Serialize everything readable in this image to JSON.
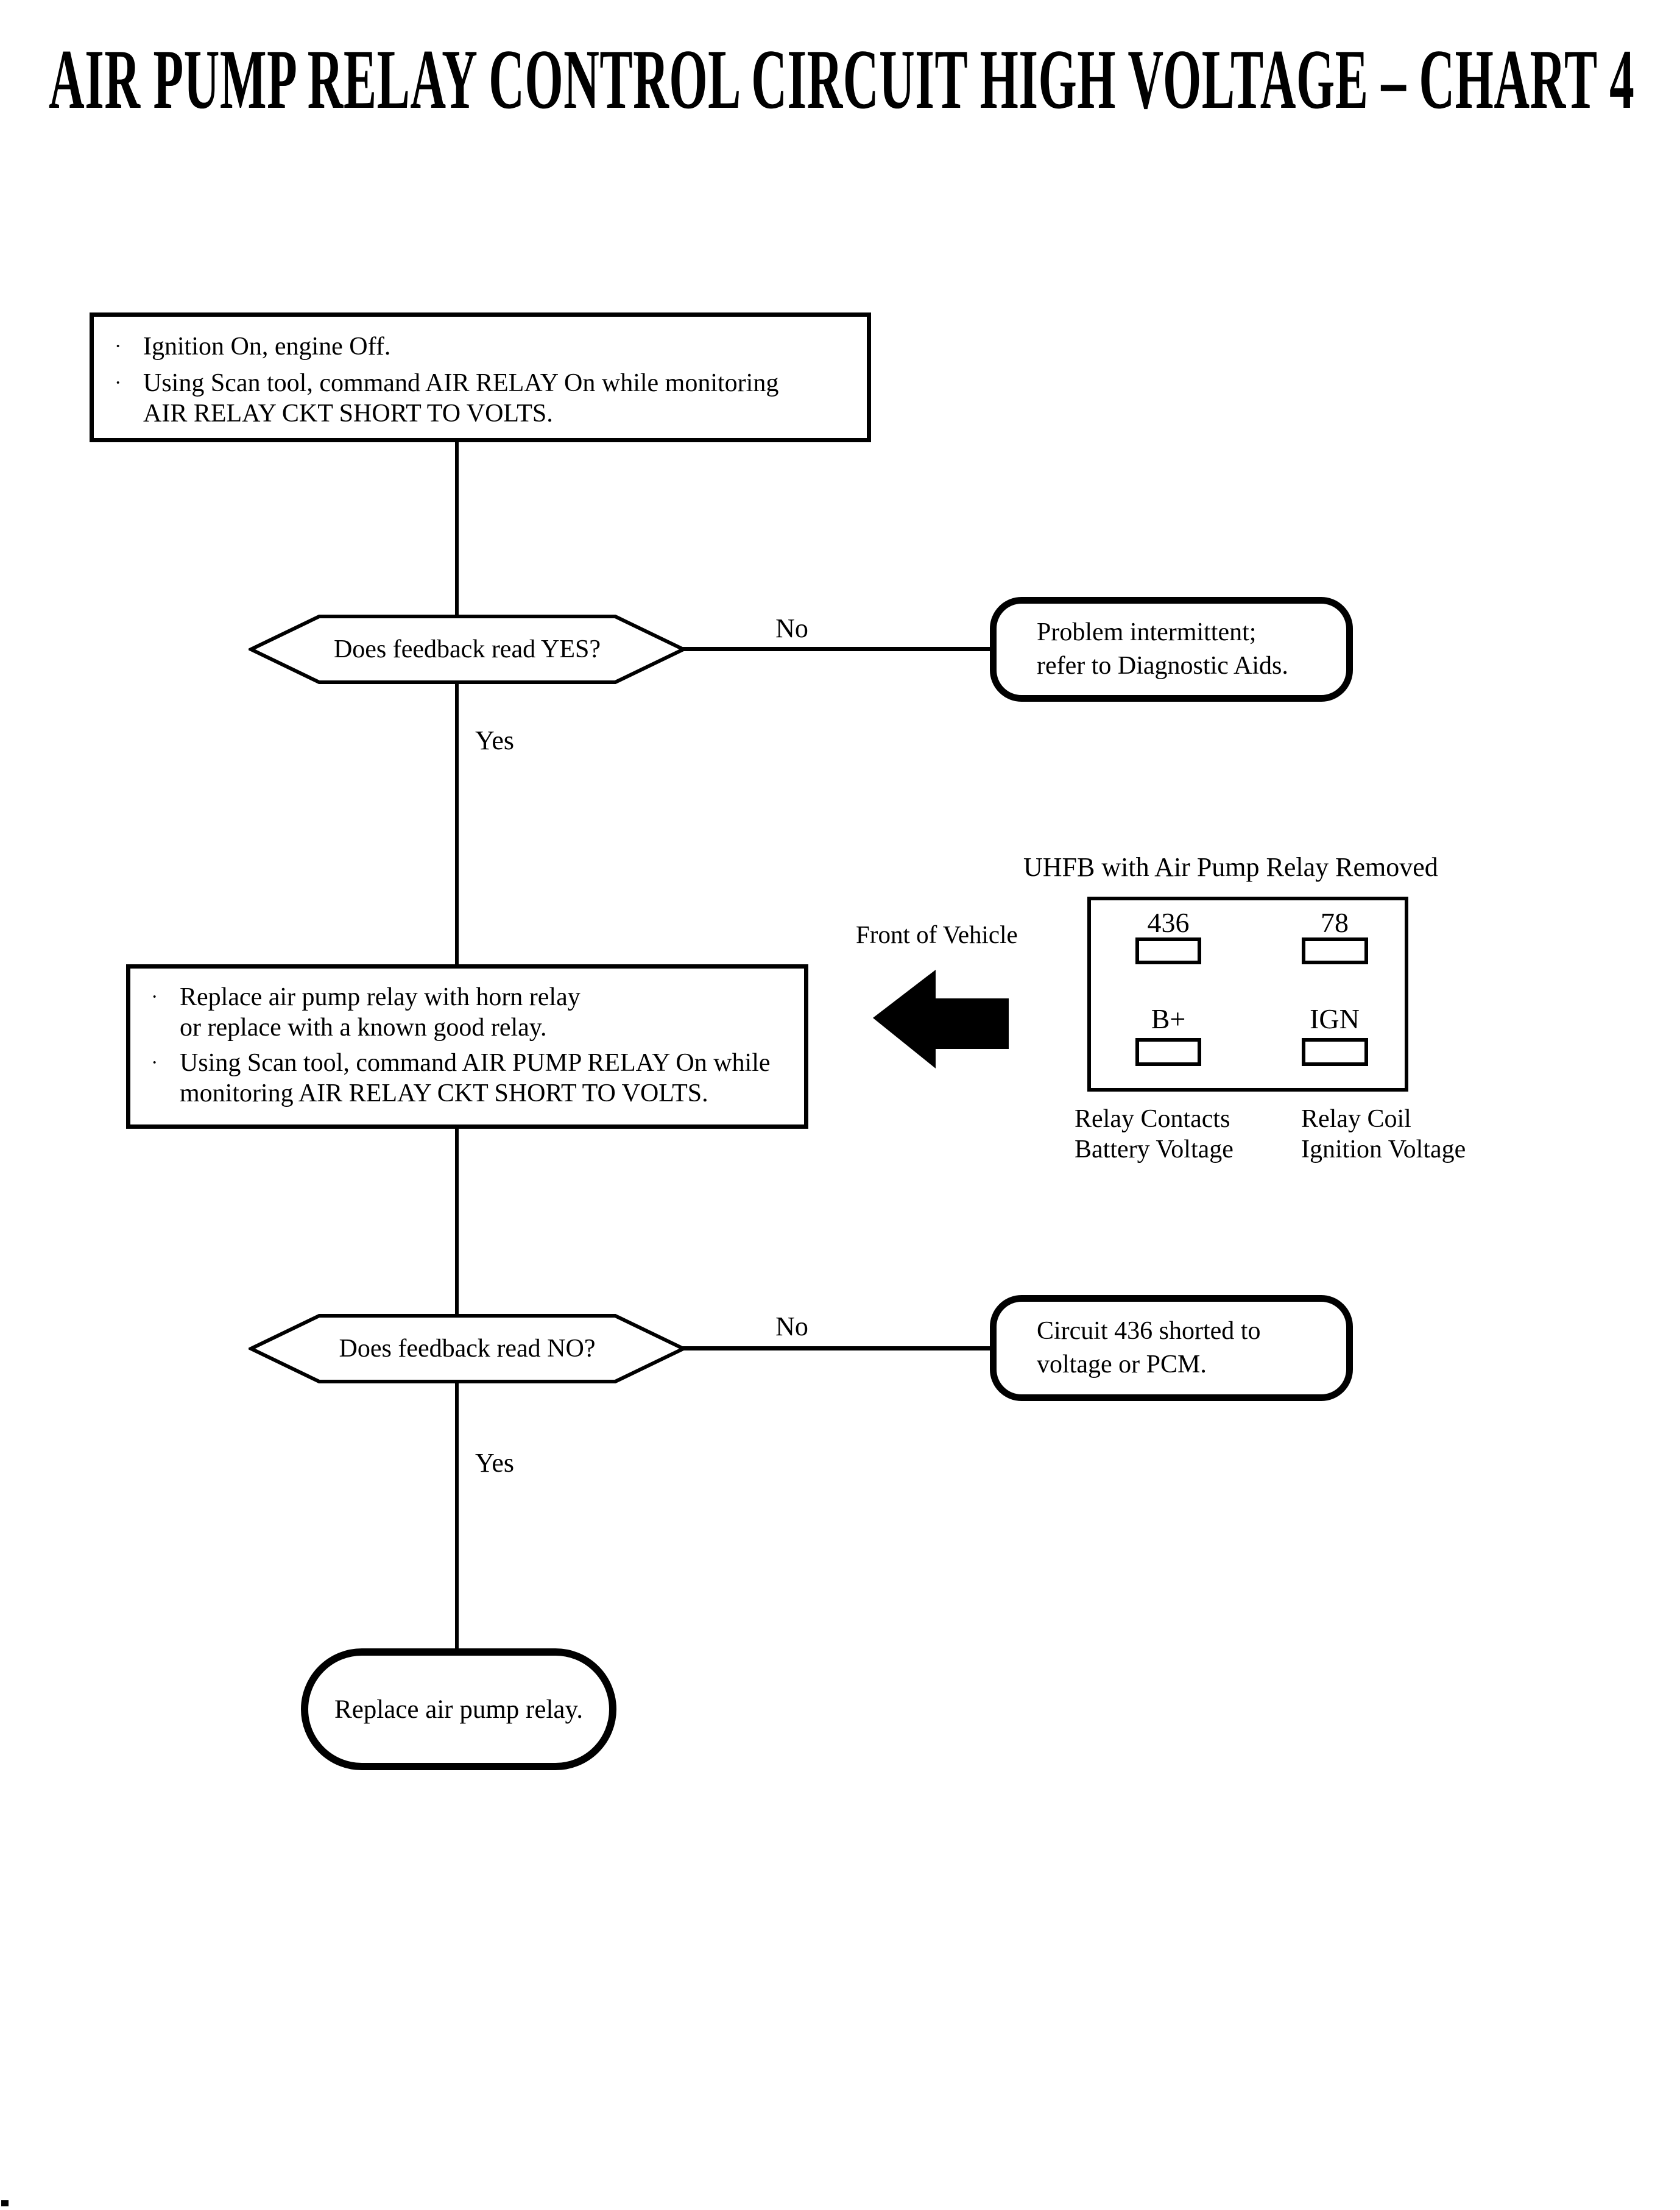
{
  "title": "AIR PUMP RELAY CONTROL CIRCUIT HIGH VOLTAGE – CHART 4",
  "bullet_char": "·",
  "colors": {
    "ink": "#000000",
    "paper": "#ffffff"
  },
  "flow": {
    "step1": {
      "b1_l1": "Ignition On, engine Off.",
      "b2_l1": "Using Scan tool, command AIR RELAY On while monitoring",
      "b2_l2": "AIR RELAY CKT SHORT TO VOLTS."
    },
    "decision1": {
      "question": "Does feedback read YES?",
      "no": "No",
      "yes": "Yes"
    },
    "result1": {
      "l1": "Problem intermittent;",
      "l2": "refer to Diagnostic Aids."
    },
    "step2": {
      "b1_l1": "Replace air pump relay with horn relay",
      "b1_l2": "or replace with a known good relay.",
      "b2_l1": "Using Scan tool, command AIR PUMP RELAY On while",
      "b2_l2": "monitoring AIR RELAY CKT SHORT TO VOLTS."
    },
    "decision2": {
      "question": "Does feedback read NO?",
      "no": "No",
      "yes": "Yes"
    },
    "result2": {
      "l1": "Circuit 436 shorted to",
      "l2": "voltage or PCM."
    },
    "final": {
      "label": "Replace air pump relay."
    }
  },
  "inset": {
    "title": "UHFB with Air Pump Relay Removed",
    "front_label": "Front of Vehicle",
    "pins": {
      "top_left": "436",
      "top_right": "78",
      "bottom_left": "B+",
      "bottom_right": "IGN"
    },
    "caption_left": {
      "l1": "Relay Contacts",
      "l2": "Battery Voltage"
    },
    "caption_right": {
      "l1": "Relay Coil",
      "l2": "Ignition Voltage"
    }
  }
}
